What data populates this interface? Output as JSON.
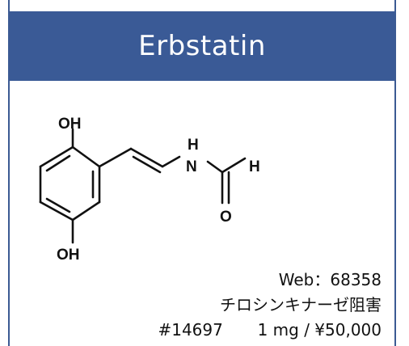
{
  "compound": {
    "name": "Erbstatin",
    "web_code": "Web：68358",
    "category": "チロシンキナーゼ阻害",
    "catalog_number": "#14697",
    "price": "1 mg / ¥50,000"
  },
  "structure": {
    "atoms": {
      "oh_top": "OH",
      "oh_bottom": "OH",
      "n": "N",
      "nh": "H",
      "ald_h": "H",
      "o": "O"
    }
  },
  "colors": {
    "accent": "#3a5a96",
    "text": "#111111",
    "background": "#ffffff"
  }
}
